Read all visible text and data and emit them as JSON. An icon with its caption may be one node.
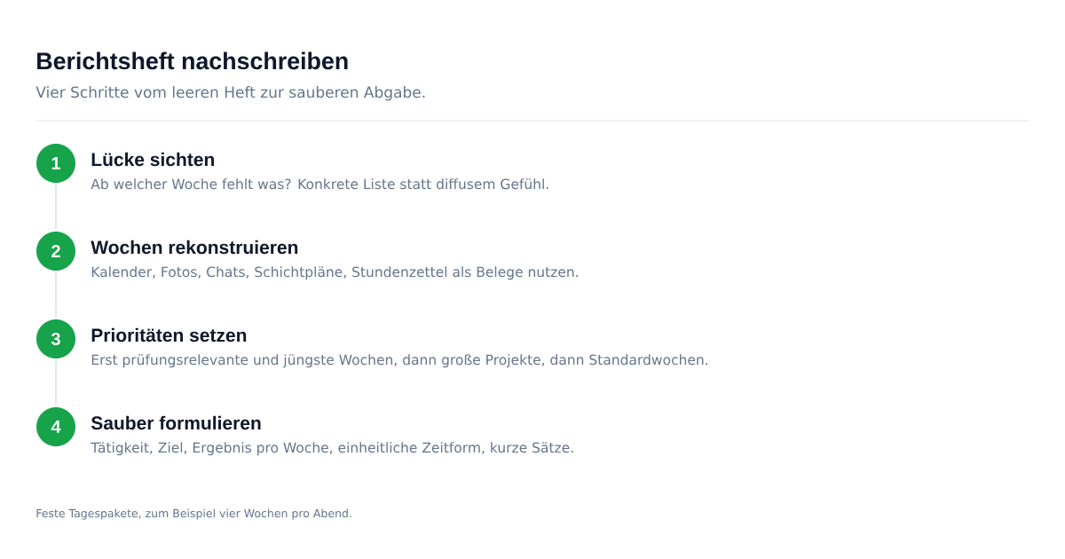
{
  "diagram": {
    "title": "Berichtsheft nachschreiben",
    "nodes": [
      {
        "text": [
          "1"
        ],
        "beside": [
          "Lücke sichten",
          "Ab welcher Woche fehlt was? Konkrete Liste statt diffusem Gefühl."
        ]
      },
      {
        "text": [
          "2"
        ],
        "beside": [
          "Wochen rekonstruieren",
          "Kalender, Fotos, Chats, Schichtpläne, Stundenzettel als Belege nutzen."
        ]
      },
      {
        "text": [
          "3"
        ],
        "beside": [
          "Prioritäten setzen",
          "Erst prüfungsrelevante und jüngste Wochen, dann große Projekte, dann Standardwochen."
        ]
      },
      {
        "text": [
          "4"
        ],
        "beside": [
          "Sauber formulieren",
          "Tätigkeit, Ziel, Ergebnis pro Woche, einheitliche Zeitform, kurze Sätze."
        ]
      }
    ],
    "edges": [
      {
        "from": 0,
        "to": 1,
        "arrow": "none"
      },
      {
        "from": 1,
        "to": 2,
        "arrow": "none"
      },
      {
        "from": 2,
        "to": 3,
        "arrow": "none"
      }
    ],
    "labels": [
      "Vier Schritte vom leeren Heft zur sauberen Abgabe.",
      "Feste Tagespakete, zum Beispiel vier Wochen pro Abend."
    ]
  }
}
